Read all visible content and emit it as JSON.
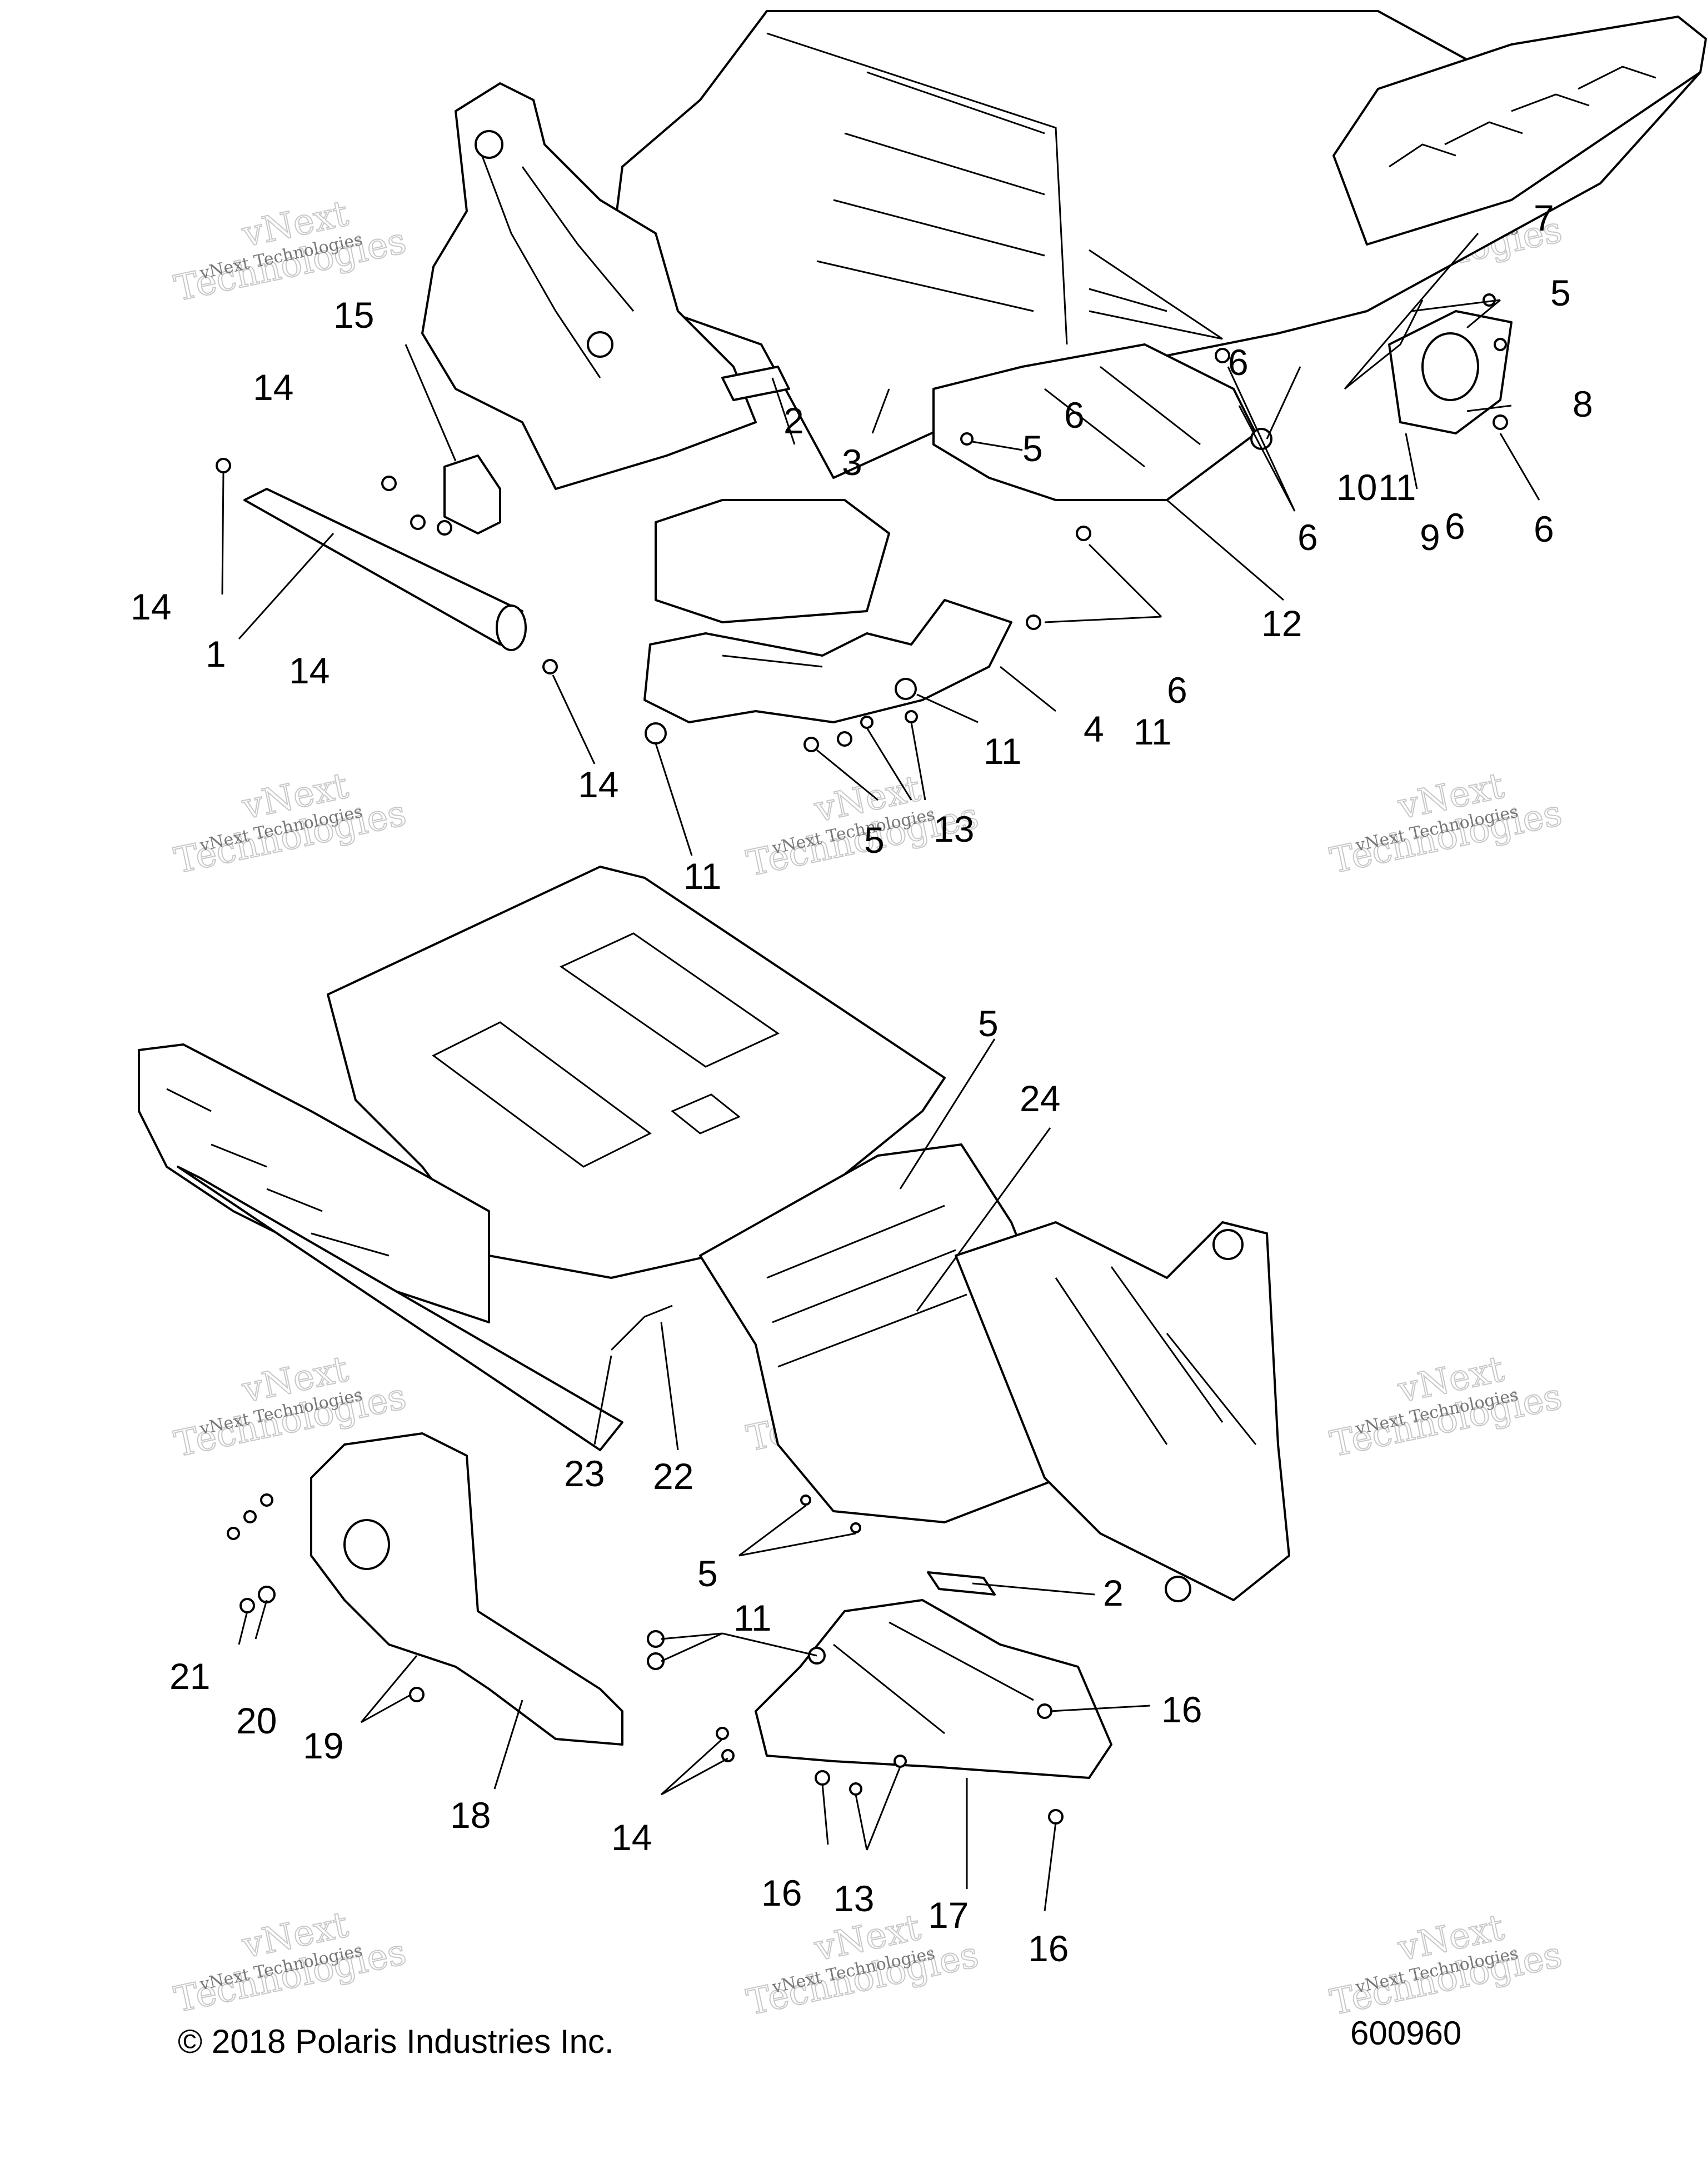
{
  "watermark": {
    "line1": "vNext Technologies",
    "line2": "vNext",
    "line3": "Technologies"
  },
  "callouts": {
    "top": [
      "1",
      "2",
      "3",
      "4",
      "5",
      "5",
      "5",
      "6",
      "6",
      "6",
      "6",
      "6",
      "6",
      "7",
      "8",
      "9",
      "10",
      "11",
      "11",
      "11",
      "11",
      "12",
      "13",
      "14",
      "14",
      "14",
      "14",
      "15"
    ],
    "bottom": [
      "2",
      "5",
      "5",
      "11",
      "13",
      "14",
      "16",
      "16",
      "16",
      "17",
      "18",
      "19",
      "20",
      "21",
      "22",
      "23",
      "24"
    ]
  },
  "footer": {
    "copyright": "© 2018 Polaris Industries Inc.",
    "figure_id": "600960"
  }
}
